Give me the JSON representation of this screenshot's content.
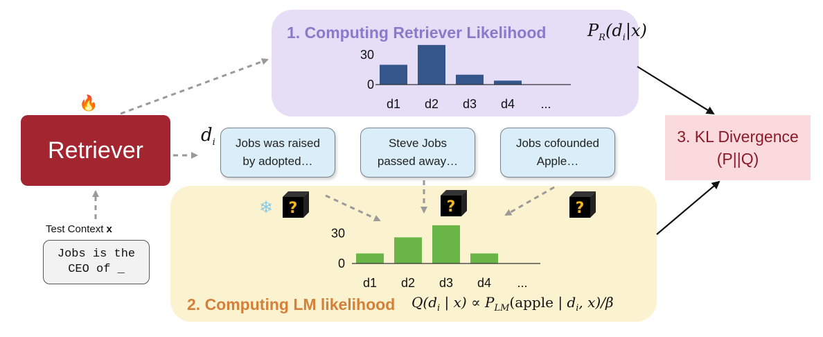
{
  "top_panel": {
    "title": "1. Computing Retriever Likelihood",
    "formula_main": "P",
    "formula_sub": "R",
    "formula_args": "(d",
    "formula_arg_sub": "i",
    "formula_tail": "|x)"
  },
  "bottom_panel": {
    "title": "2. Computing LM likelihood",
    "formula_q": "Q(d",
    "formula_q_sub": "i",
    "formula_mid": " | x) ∝ P",
    "formula_lm_sub": "LM",
    "formula_apple": "(apple | ",
    "formula_d": "d",
    "formula_d_sub": "i",
    "formula_end": ", x)/β"
  },
  "retriever": {
    "label": "Retriever"
  },
  "kl": {
    "line1": "3. KL Divergence",
    "line2": "(P||Q)"
  },
  "docs_label": {
    "main": "d",
    "sub": "i"
  },
  "documents": [
    {
      "line1": "Jobs was raised",
      "line2": "by adopted…"
    },
    {
      "line1": "Steve Jobs",
      "line2": "passed away…"
    },
    {
      "line1": "Jobs cofounded",
      "line2": "Apple…"
    }
  ],
  "context": {
    "label": "Test Context ",
    "label_bold": "x",
    "line1": "Jobs is the",
    "line2": "CEO of _"
  },
  "icons": {
    "fire": "fire-icon",
    "snow": "snowflake-icon",
    "box": "black-box-question-icon"
  },
  "chart_data": [
    {
      "type": "bar",
      "categories": [
        "d1",
        "d2",
        "d3",
        "d4",
        "..."
      ],
      "values": [
        20,
        40,
        10,
        4,
        0
      ],
      "yticks": [
        0,
        30
      ],
      "ylim": [
        0,
        42
      ],
      "color": "#35568b"
    },
    {
      "type": "bar",
      "categories": [
        "d1",
        "d2",
        "d3",
        "d4",
        "..."
      ],
      "values": [
        10,
        26,
        38,
        10,
        0
      ],
      "yticks": [
        0,
        30
      ],
      "ylim": [
        0,
        40
      ],
      "color": "#6ab547"
    }
  ]
}
